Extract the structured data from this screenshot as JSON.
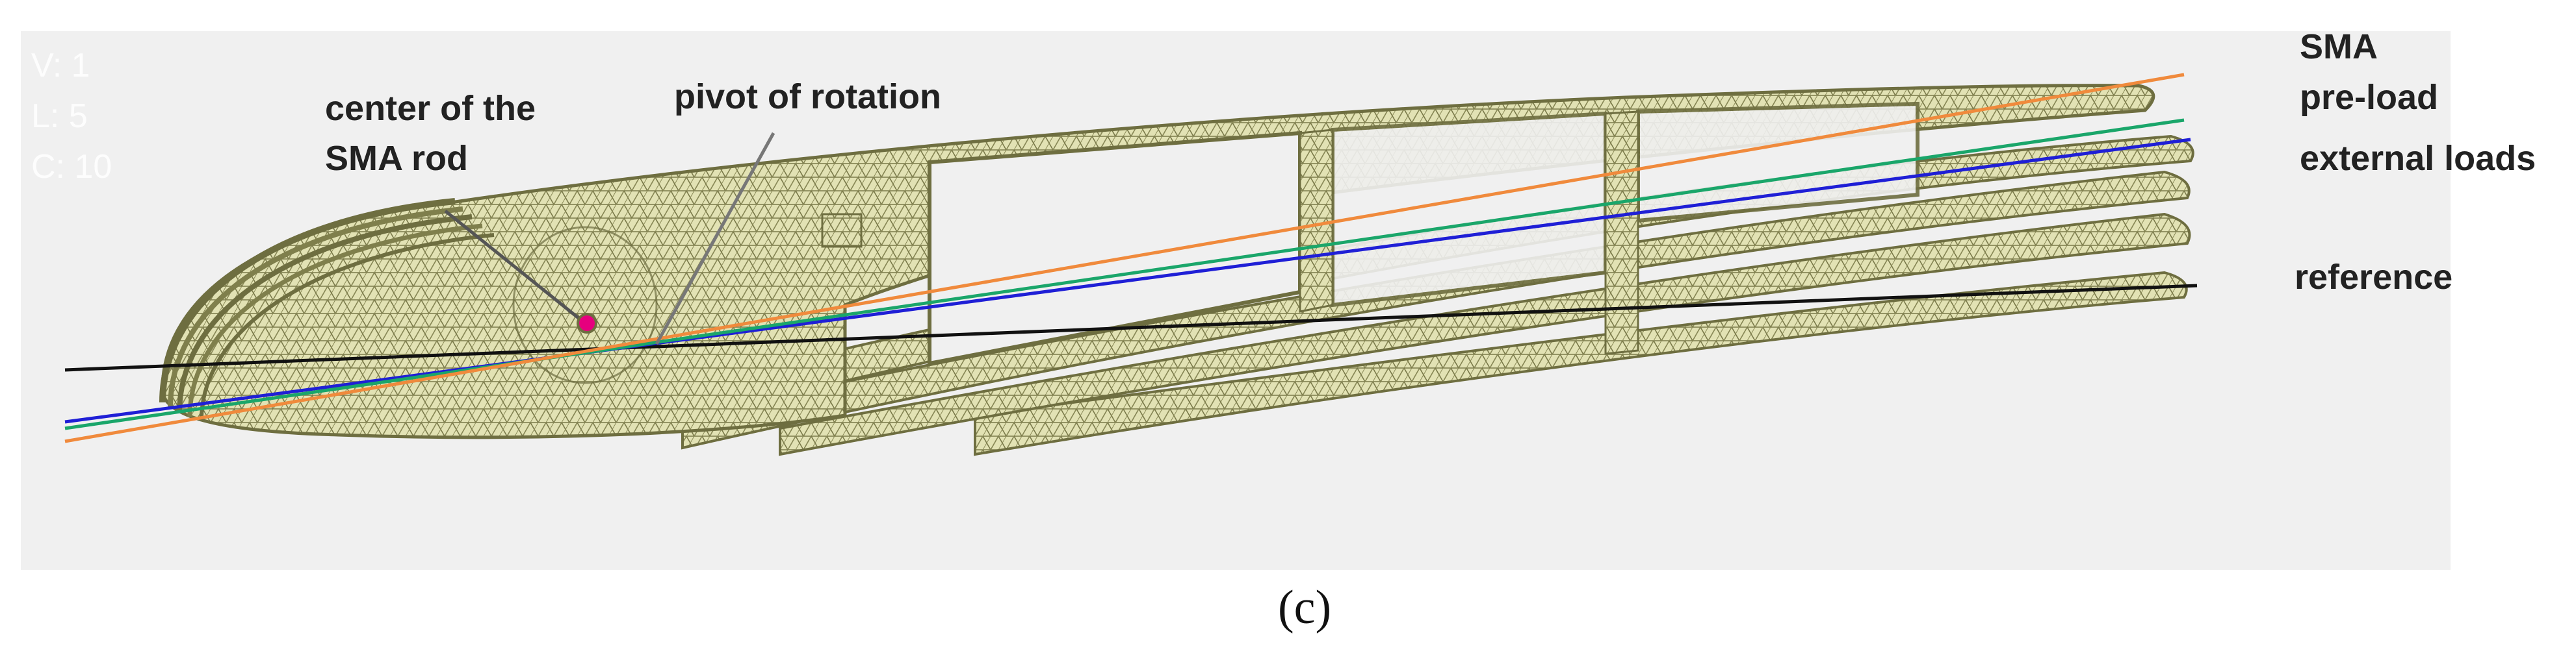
{
  "viewport_info": [
    "V: 1",
    "L: 5",
    "C: 10"
  ],
  "annotations": {
    "sma_rod_center": [
      "center of the",
      "SMA rod"
    ],
    "pivot": "pivot of rotation"
  },
  "line_labels": {
    "sma": "SMA",
    "preload": "pre-load",
    "external": "external loads",
    "reference": "reference"
  },
  "caption": "(c)",
  "colors": {
    "background_panel": "#f0f0f0",
    "mesh": "#7a7a4a",
    "mesh_fill": "#dcdca8",
    "sma_line": "#f08a3c",
    "preload_line": "#1aa66a",
    "external_line": "#1f1fd6",
    "reference_line": "#111111",
    "rod_center": "#e6007e",
    "leader": "#555555"
  },
  "icons": [
    "mesh-wing-model",
    "rod-center-marker"
  ]
}
